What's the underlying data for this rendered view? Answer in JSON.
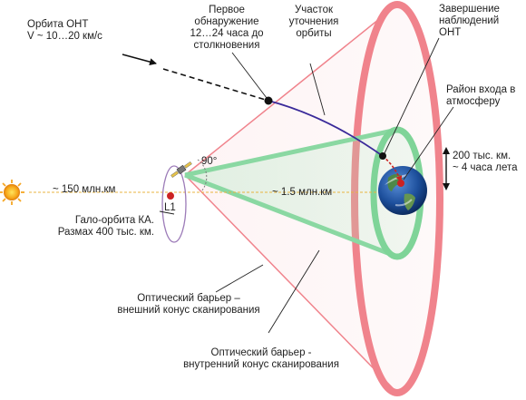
{
  "labels": {
    "neo_orbit": [
      "Орбита ОНТ",
      "V ~ 10…20 км/с"
    ],
    "first_detection": [
      "Первое",
      "обнаружение",
      "12…24 часа до",
      "столкновения"
    ],
    "refinement": [
      "Участок",
      "уточнения",
      "орбиты"
    ],
    "end_observation": [
      "Завершение",
      "наблюдений",
      "ОНТ"
    ],
    "entry_area": [
      "Район входа в",
      "атмосферу"
    ],
    "size": [
      "200 тыс. км.",
      "~ 4 часа лета"
    ],
    "angle": "90°",
    "dist_sun": "~ 150 млн.км",
    "dist_earth": "~ 1.5 млн.км",
    "l1": "L1",
    "halo": [
      "Гало-орбита КА.",
      "Размах 400 тыс. км."
    ],
    "outer_cone": [
      "Оптический барьер –",
      "внешний конус сканирования"
    ],
    "inner_cone": [
      "Оптический барьер -",
      "внутренний конус сканирования"
    ]
  },
  "colors": {
    "outer_cone": "#f0838c",
    "inner_cone": "#66cc88",
    "trajectory": "#3a2a9a",
    "sun": "#f5a623",
    "l1_dot": "#cc2222",
    "halo": "#9c7bb8",
    "axis": "#e8b440"
  }
}
